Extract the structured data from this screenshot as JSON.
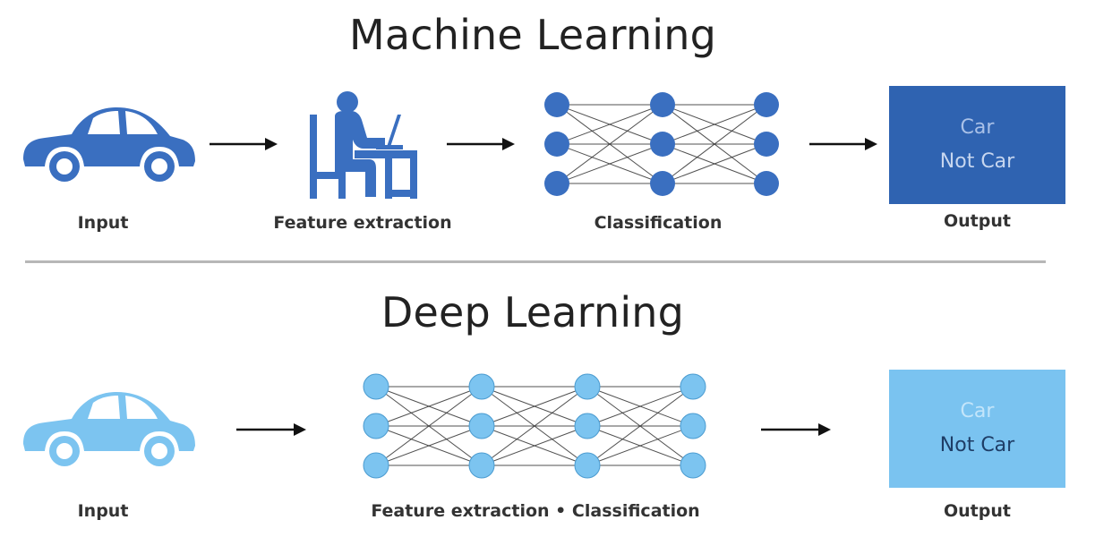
{
  "machine_learning": {
    "title": "Machine Learning",
    "input_label": "Input",
    "feature_label": "Feature extraction",
    "classification_label": "Classification",
    "output_label": "Output",
    "output_options": [
      "Car",
      "Not Car"
    ]
  },
  "deep_learning": {
    "title": "Deep Learning",
    "input_label": "Input",
    "combined_label": "Feature extraction • Classification",
    "output_label": "Output",
    "output_options": [
      "Car",
      "Not Car"
    ]
  },
  "colors": {
    "ml_blue": "#3a6fc0",
    "dl_blue": "#7cc4f0",
    "ml_output_box": "#2f63b1",
    "dl_output_box": "#7ac3f0"
  },
  "icons": [
    "car-icon",
    "person-at-computer-icon",
    "neural-network-icon",
    "arrow-right-icon"
  ]
}
